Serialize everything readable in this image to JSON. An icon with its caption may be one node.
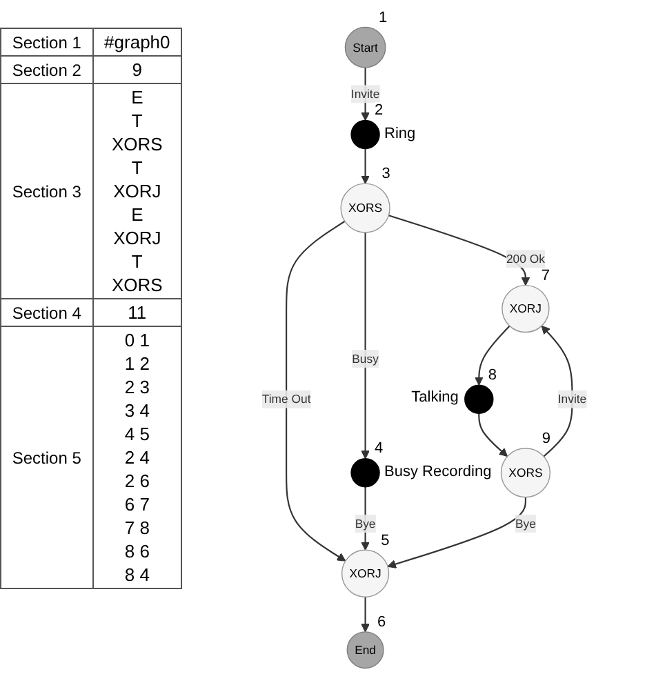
{
  "diagram": {
    "nodes": [
      {
        "text": [
          "Start"
        ],
        "beside": [
          "1"
        ]
      },
      {
        "text": [],
        "shape": "circle",
        "beside": [
          "2",
          "Ring"
        ]
      },
      {
        "text": [
          "XORS"
        ],
        "beside": [
          "3"
        ]
      },
      {
        "text": [],
        "shape": "circle",
        "beside": [
          "4",
          "Busy Recording"
        ]
      },
      {
        "text": [
          "XORJ"
        ],
        "beside": [
          "5"
        ]
      },
      {
        "text": [
          "End"
        ],
        "beside": [
          "6"
        ]
      },
      {
        "text": [
          "XORJ"
        ],
        "beside": [
          "7"
        ]
      },
      {
        "text": [],
        "shape": "circle",
        "beside": [
          "8",
          "Talking"
        ]
      },
      {
        "text": [
          "XORS"
        ],
        "beside": [
          "9"
        ]
      }
    ],
    "edges": [
      {
        "from": 0,
        "to": 1,
        "arrow": "to",
        "label": "Invite"
      },
      {
        "from": 1,
        "to": 2,
        "arrow": "to"
      },
      {
        "from": 2,
        "to": 4,
        "arrow": "to",
        "label": "Time Out"
      },
      {
        "from": 2,
        "to": 3,
        "arrow": "to",
        "label": "Busy"
      },
      {
        "from": 2,
        "to": 6,
        "arrow": "to",
        "label": "200 Ok"
      },
      {
        "from": 3,
        "to": 4,
        "arrow": "to",
        "label": "Bye"
      },
      {
        "from": 4,
        "to": 5,
        "arrow": "to"
      },
      {
        "from": 6,
        "to": 7,
        "arrow": "to"
      },
      {
        "from": 7,
        "to": 8,
        "arrow": "to"
      },
      {
        "from": 8,
        "to": 4,
        "arrow": "to",
        "label": "Bye"
      },
      {
        "from": 8,
        "to": 6,
        "arrow": "to",
        "label": "Invite"
      }
    ],
    "labels": [
      "Section 1",
      "#graph0",
      "Section 2",
      "9",
      "Section 3",
      "E",
      "T",
      "XORS",
      "T",
      "XORJ",
      "E",
      "XORJ",
      "T",
      "XORS",
      "Section 4",
      "11",
      "Section 5",
      "0 1",
      "1 2",
      "2 3",
      "3 4",
      "4 5",
      "2 4",
      "2 6",
      "6 7",
      "7 8",
      "8 6",
      "8 4"
    ]
  }
}
